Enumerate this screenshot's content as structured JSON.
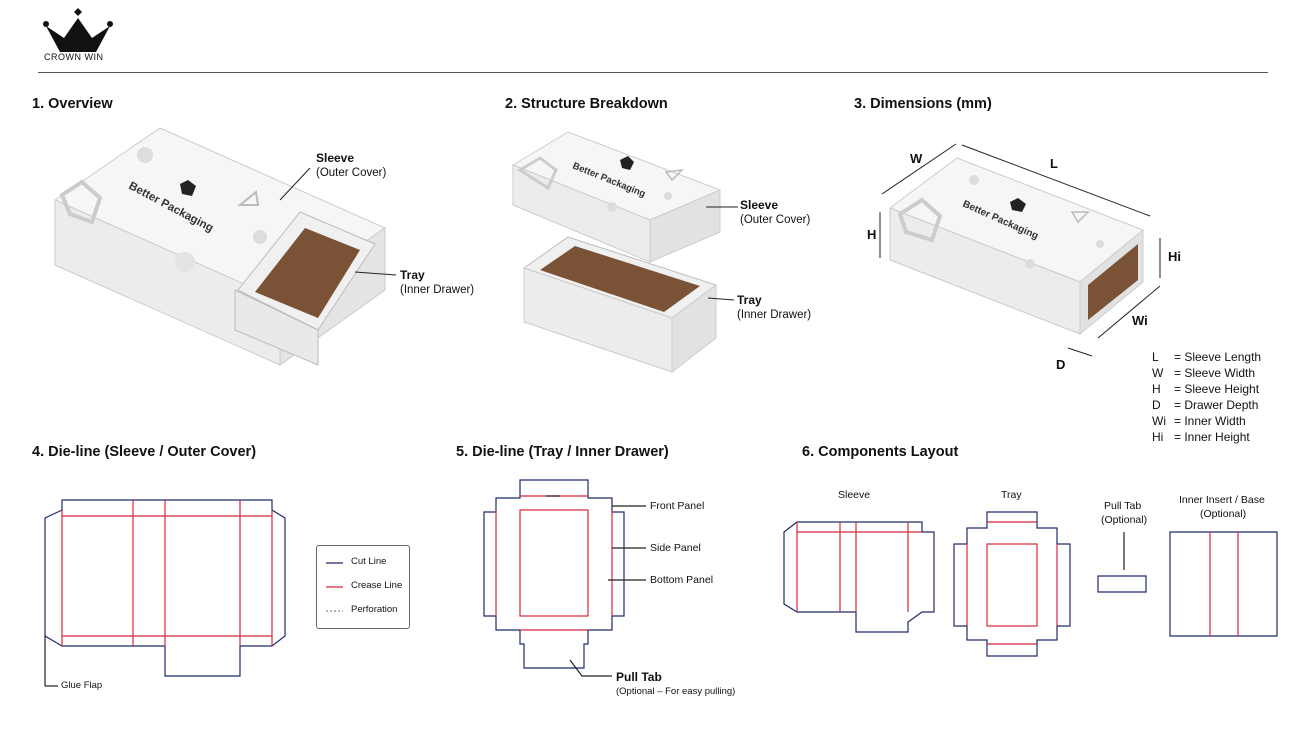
{
  "brand": {
    "name": "CROWN WIN"
  },
  "colors": {
    "cut": "#1f2a6b",
    "crease": "#d8283a",
    "perforation": "#888888",
    "tray_floor": "#7a5236",
    "box": "#f2f2f2"
  },
  "box_print": {
    "text": "Better Packaging"
  },
  "sections": {
    "overview": {
      "title": "1.  Overview",
      "sleeve_label": "Sleeve",
      "sleeve_sub": "(Outer Cover)",
      "tray_label": "Tray",
      "tray_sub": "(Inner Drawer)"
    },
    "structure": {
      "title": "2.  Structure Breakdown",
      "sleeve_label": "Sleeve",
      "sleeve_sub": "(Outer Cover)",
      "tray_label": "Tray",
      "tray_sub": "(Inner Drawer)"
    },
    "dimensions": {
      "title": "3.  Dimensions (mm)",
      "labels": {
        "w": "W",
        "l": "L",
        "h": "H",
        "hi": "Hi",
        "wi": "Wi",
        "d": "D"
      },
      "key": [
        {
          "sym": "L",
          "desc": "= Sleeve Length"
        },
        {
          "sym": "W",
          "desc": "= Sleeve Width"
        },
        {
          "sym": "H",
          "desc": "= Sleeve Height"
        },
        {
          "sym": "D",
          "desc": "= Drawer Depth"
        },
        {
          "sym": "Wi",
          "desc": "= Inner Width"
        },
        {
          "sym": "Hi",
          "desc": "= Inner Height"
        }
      ]
    },
    "dieline_sleeve": {
      "title": "4.  Die-line (Sleeve / Outer Cover)",
      "glue_flap": "Glue Flap",
      "legend": {
        "cut": "Cut Line",
        "crease": "Crease Line",
        "perforation": "Perforation"
      }
    },
    "dieline_tray": {
      "title": "5.  Die-line (Tray / Inner Drawer)",
      "front_panel": "Front Panel",
      "side_panel": "Side Panel",
      "bottom_panel": "Bottom Panel",
      "pull_tab": "Pull Tab",
      "pull_tab_sub": "(Optional – For easy pulling)"
    },
    "components": {
      "title": "6.  Components Layout",
      "sleeve": "Sleeve",
      "tray": "Tray",
      "pull_tab": "Pull Tab",
      "pull_tab_sub": "(Optional)",
      "insert": "Inner Insert / Base",
      "insert_sub": "(Optional)"
    }
  }
}
